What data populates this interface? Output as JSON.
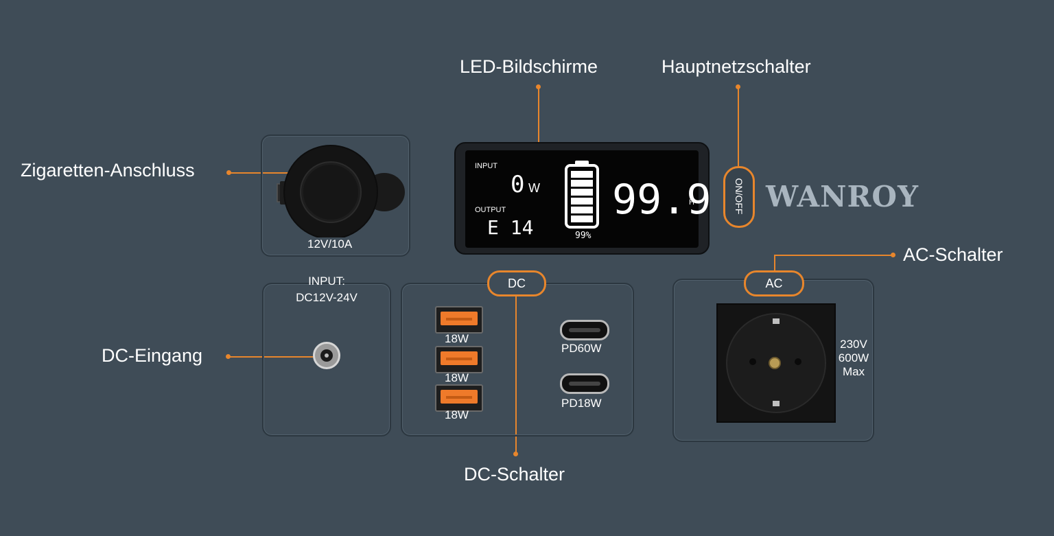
{
  "callouts": {
    "led": "LED-Bildschirme",
    "power": "Hauptnetzschalter",
    "cig": "Zigaretten-Anschluss",
    "dc_in": "DC-Eingang",
    "ac_switch": "AC-Schalter",
    "dc_switch": "DC-Schalter"
  },
  "cig_port": {
    "label": "12V/10A"
  },
  "dc_input": {
    "line1": "INPUT:",
    "line2": "DC12V-24V"
  },
  "display": {
    "input_label": "INPUT",
    "input_value": "0",
    "input_unit": "W",
    "output_label": "OUTPUT",
    "output_value": "E 14",
    "battery_percent": "99%",
    "big_value": "99.9",
    "big_unit": "H"
  },
  "power_button": {
    "label": "ON/OFF"
  },
  "brand": {
    "name": "WANROY"
  },
  "dc_panel": {
    "badge": "DC",
    "usb_a": [
      "18W",
      "18W",
      "18W"
    ],
    "usb_c": [
      "PD60W",
      "PD18W"
    ]
  },
  "ac_panel": {
    "badge": "AC",
    "spec_line1": "230V",
    "spec_line2": "600W",
    "spec_line3": "Max"
  },
  "colors": {
    "accent": "#e8862c",
    "background": "#3f4c57",
    "usb_port": "#ef7a2a"
  }
}
